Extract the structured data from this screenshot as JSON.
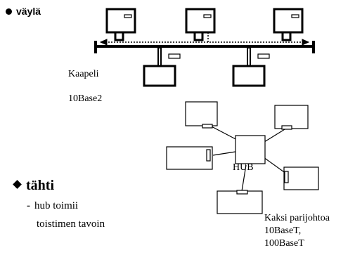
{
  "bus_section": {
    "title": "väylä",
    "icon": "bullet-dot-icon",
    "cable_label": "Kaapeli",
    "cable_type": "10Base2"
  },
  "star_section": {
    "title": "tähti",
    "icon": "diamond-bullet-icon",
    "bullet_dash": "-",
    "bullet_line1": "hub toimii",
    "bullet_line2": "toistimen tavoin",
    "hub_label": "HUB",
    "cable_label": "Kaksi parijohtoa",
    "cable_type1": "10BaseT,",
    "cable_type2": "100BaseT"
  },
  "colors": {
    "stroke": "#000000",
    "background": "#ffffff"
  }
}
